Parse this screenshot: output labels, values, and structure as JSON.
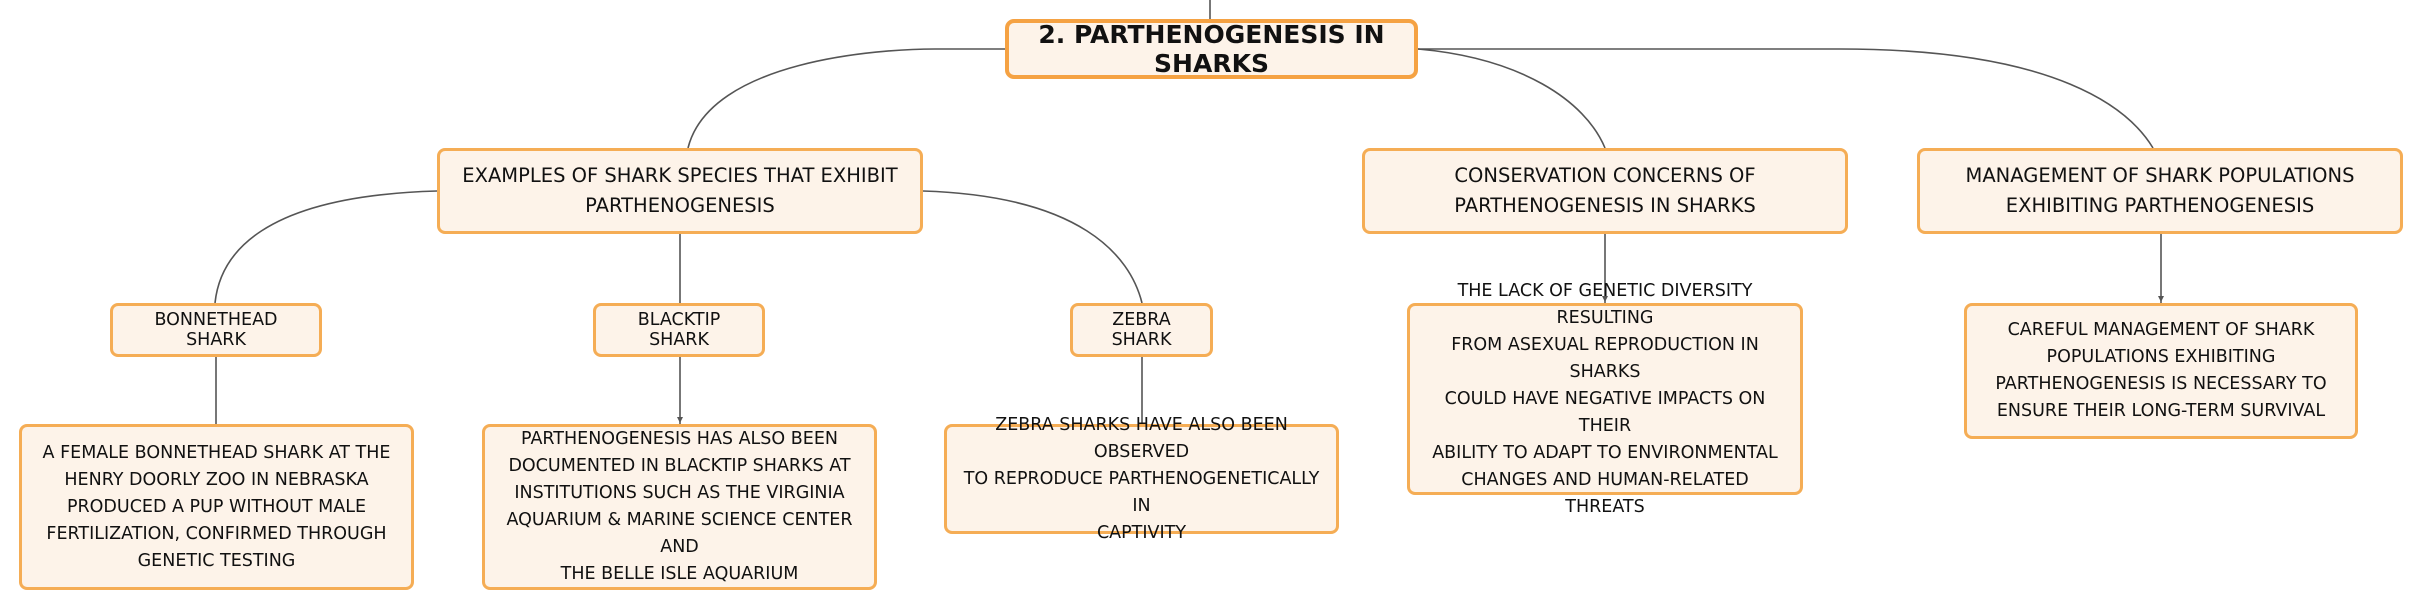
{
  "colors": {
    "node_fill": "#fdf3e9",
    "node_border": "#f5ad55",
    "root_border": "#f5a243",
    "connector": "#555555",
    "text": "#111111"
  },
  "root": {
    "label": "2. PARTHENOGENESIS IN SHARKS"
  },
  "topics": [
    {
      "lines": [
        "EXAMPLES OF SHARK SPECIES THAT EXHIBIT",
        "PARTHENOGENESIS"
      ],
      "subtopics": [
        {
          "label": "BONNETHEAD SHARK",
          "detail": [
            "A FEMALE BONNETHEAD SHARK AT THE",
            "HENRY DOORLY ZOO IN NEBRASKA",
            "PRODUCED A PUP WITHOUT MALE",
            "FERTILIZATION, CONFIRMED THROUGH",
            "GENETIC TESTING"
          ]
        },
        {
          "label": "BLACKTIP SHARK",
          "detail": [
            "PARTHENOGENESIS HAS ALSO BEEN",
            "DOCUMENTED IN BLACKTIP SHARKS AT",
            "INSTITUTIONS SUCH AS THE VIRGINIA",
            "AQUARIUM & MARINE SCIENCE CENTER AND",
            "THE BELLE ISLE AQUARIUM"
          ]
        },
        {
          "label": "ZEBRA SHARK",
          "detail": [
            "ZEBRA SHARKS HAVE ALSO BEEN OBSERVED",
            "TO REPRODUCE PARTHENOGENETICALLY IN",
            "CAPTIVITY"
          ]
        }
      ]
    },
    {
      "lines": [
        "CONSERVATION CONCERNS OF",
        "PARTHENOGENESIS IN SHARKS"
      ],
      "detail": [
        "THE LACK OF GENETIC DIVERSITY RESULTING",
        "FROM ASEXUAL REPRODUCTION IN SHARKS",
        "COULD HAVE NEGATIVE IMPACTS ON THEIR",
        "ABILITY TO ADAPT TO ENVIRONMENTAL",
        "CHANGES AND HUMAN-RELATED THREATS"
      ]
    },
    {
      "lines": [
        "MANAGEMENT OF SHARK POPULATIONS",
        "EXHIBITING PARTHENOGENESIS"
      ],
      "detail": [
        "CAREFUL MANAGEMENT OF SHARK",
        "POPULATIONS EXHIBITING",
        "PARTHENOGENESIS IS NECESSARY TO",
        "ENSURE THEIR LONG-TERM SURVIVAL"
      ]
    }
  ]
}
